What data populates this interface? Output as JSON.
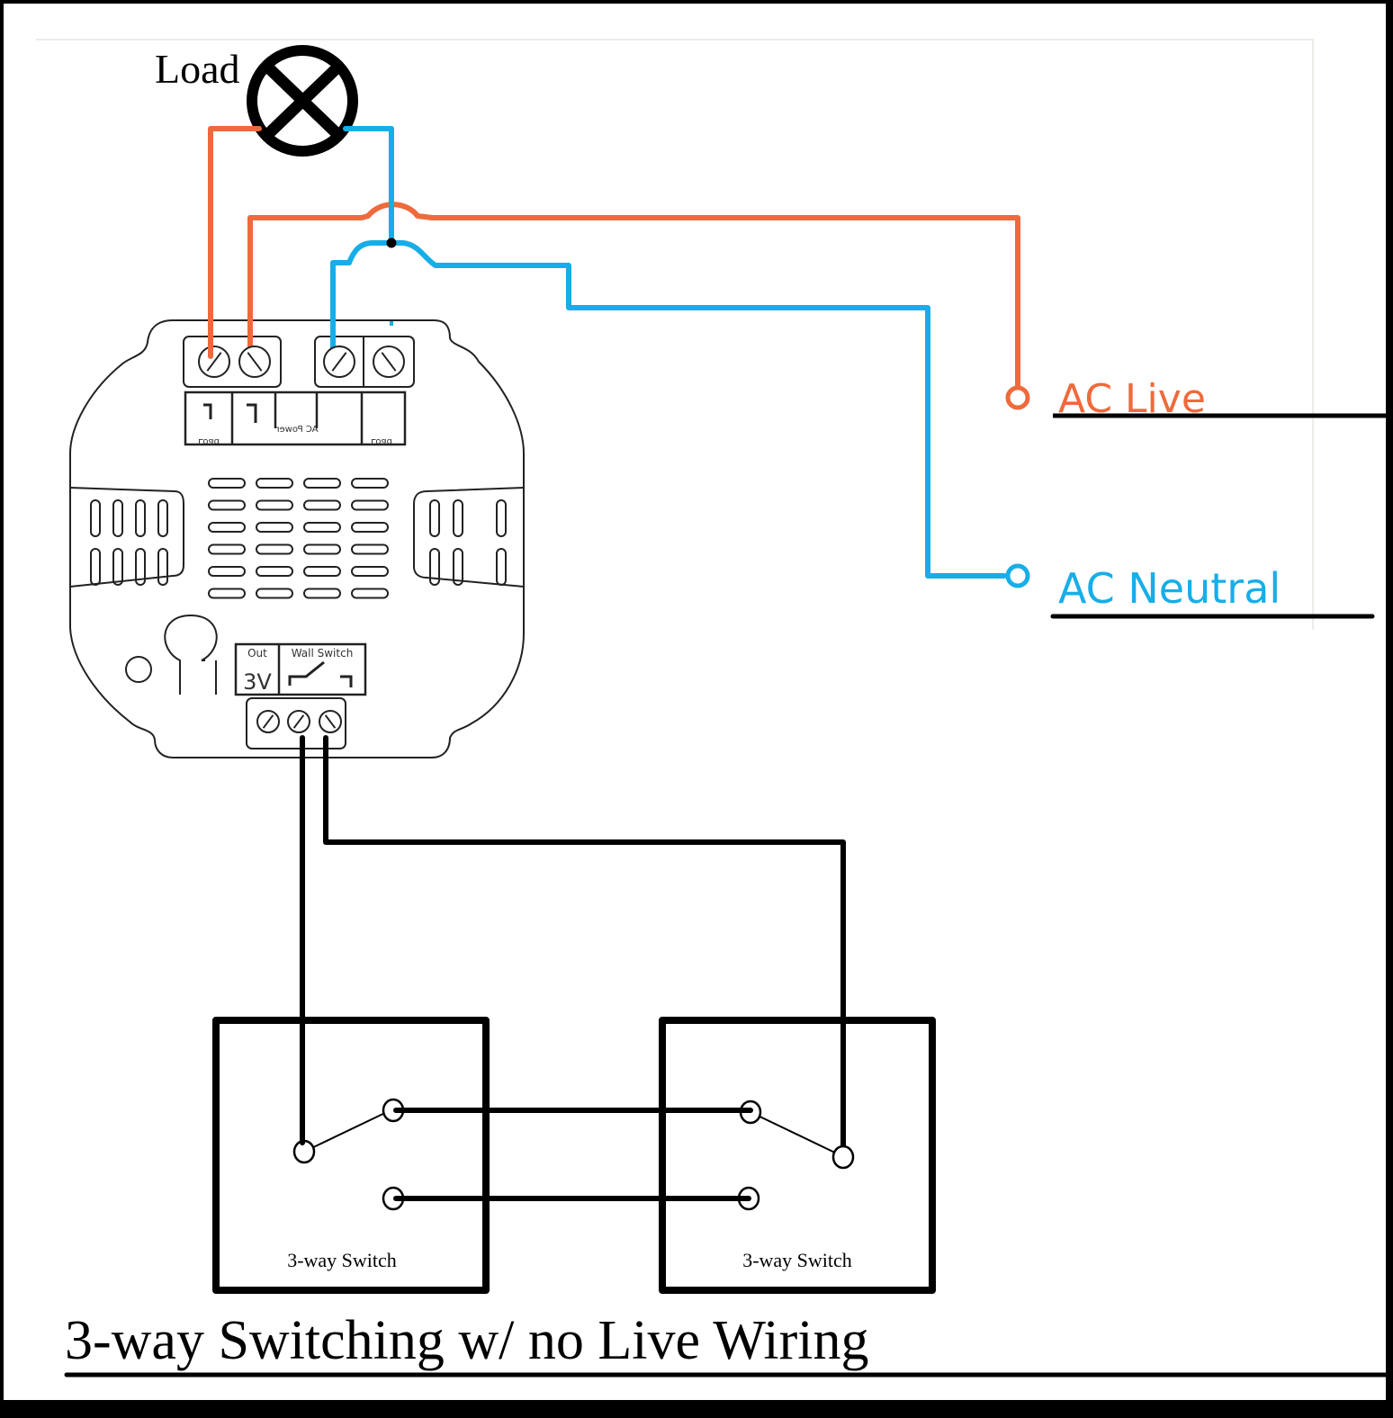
{
  "diagram": {
    "title": "3-way Switching w/ no Live Wiring",
    "load_label": "Load",
    "ac_live_label": "AC Live",
    "ac_neutral_label": "AC Neutral",
    "colors": {
      "live": "#EE6A3C",
      "neutral": "#16AEE8",
      "wire_switch": "#000000",
      "outline": "#222222",
      "frame": "#000000"
    },
    "module": {
      "terminal_labels": {
        "load_left": "Load",
        "ac_power": "AC Power",
        "load_right": "Load",
        "out": "Out",
        "voltage": "3V",
        "wall_switch": "Wall Switch"
      }
    },
    "switches": [
      {
        "label": "3-way Switch"
      },
      {
        "label": "3-way Switch"
      }
    ]
  }
}
